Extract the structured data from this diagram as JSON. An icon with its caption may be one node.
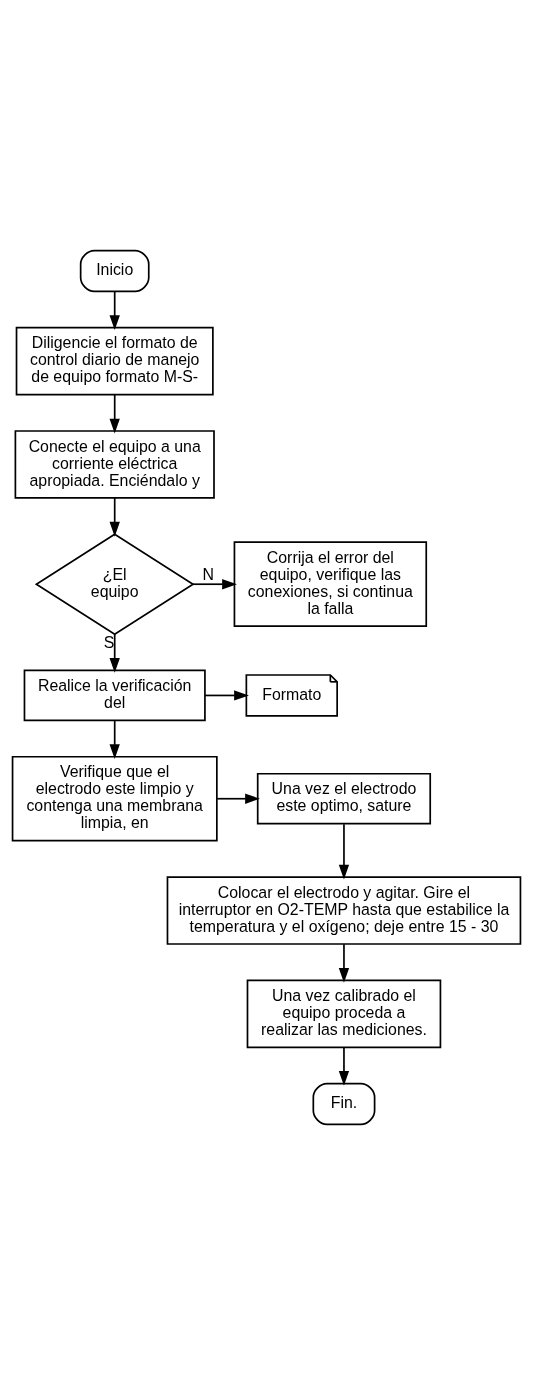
{
  "diagram": {
    "nodes": [
      {
        "text": [
          "Inicio"
        ]
      },
      {
        "text": [
          "Diligencie el formato de control diario de manejo de equipo formato M-S-"
        ]
      },
      {
        "text": [
          "Conecte el equipo a una corriente eléctrica apropiada. Enciéndalo y"
        ]
      },
      {
        "text": [
          "¿El equipo"
        ]
      },
      {
        "text": [
          "Corrija el error del equipo, verifique las conexiones, si continua la falla"
        ]
      },
      {
        "text": [
          "Realice la verificación del"
        ]
      },
      {
        "text": [
          "Formato"
        ]
      },
      {
        "text": [
          "Verifique que el electrodo este limpio y contenga una membrana limpia, en"
        ]
      },
      {
        "text": [
          "Una vez el electrodo este optimo, sature"
        ]
      },
      {
        "text": [
          "Colocar el electrodo y agitar. Gire el interruptor en O2-TEMP hasta que estabilice la temperatura y el oxígeno; deje entre 15 - 30"
        ]
      },
      {
        "text": [
          "Una vez calibrado el equipo proceda a realizar las mediciones."
        ]
      },
      {
        "text": [
          "Fin."
        ]
      }
    ],
    "edges": [
      {
        "from": 0,
        "to": 1,
        "arrow": "to"
      },
      {
        "from": 1,
        "to": 2,
        "arrow": "to"
      },
      {
        "from": 2,
        "to": 3,
        "arrow": "to"
      },
      {
        "from": 3,
        "to": 4,
        "arrow": "to",
        "label": "N"
      },
      {
        "from": 3,
        "to": 5,
        "arrow": "to",
        "label": "S"
      },
      {
        "from": 5,
        "to": 6,
        "arrow": "to"
      },
      {
        "from": 5,
        "to": 7,
        "arrow": "to"
      },
      {
        "from": 7,
        "to": 8,
        "arrow": "to"
      },
      {
        "from": 8,
        "to": 9,
        "arrow": "to"
      },
      {
        "from": 9,
        "to": 10,
        "arrow": "to"
      },
      {
        "from": 10,
        "to": 11,
        "arrow": "to"
      }
    ]
  }
}
